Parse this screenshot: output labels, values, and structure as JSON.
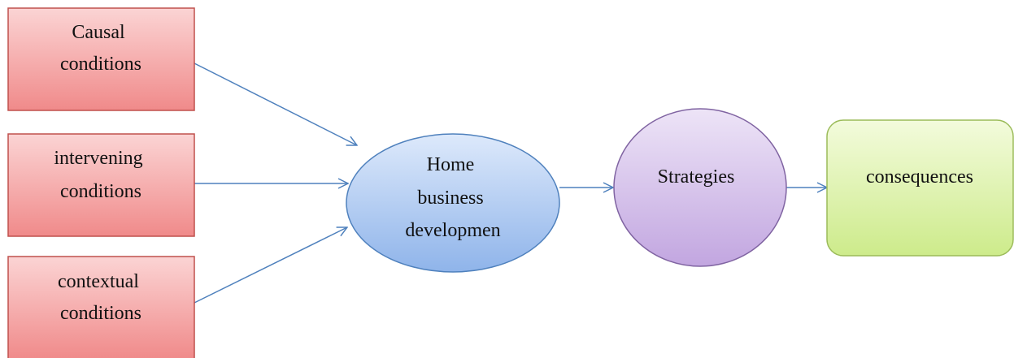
{
  "nodes": {
    "causal": {
      "lines": [
        "Causal",
        "conditions"
      ]
    },
    "intervening": {
      "lines": [
        "intervening",
        "conditions"
      ]
    },
    "contextual": {
      "lines": [
        "contextual",
        "conditions"
      ]
    },
    "home": {
      "lines": [
        "Home",
        "business",
        "developmen"
      ]
    },
    "strategies": {
      "lines": [
        "Strategies"
      ]
    },
    "consequences": {
      "lines": [
        "consequences"
      ]
    }
  },
  "colors": {
    "condition_fill_top": "#fbd4d4",
    "condition_fill_bottom": "#f08a8a",
    "condition_border": "#c0504d",
    "home_fill_top": "#d7e6fb",
    "home_fill_bottom": "#8fb4ea",
    "home_border": "#4f81bd",
    "strategies_fill_top": "#ece2f6",
    "strategies_fill_bottom": "#c2a6e0",
    "strategies_border": "#8064a2",
    "consequences_fill_top": "#f2fbd9",
    "consequences_fill_bottom": "#cdeb8b",
    "consequences_border": "#9bbb59",
    "arrow": "#4f81bd"
  }
}
